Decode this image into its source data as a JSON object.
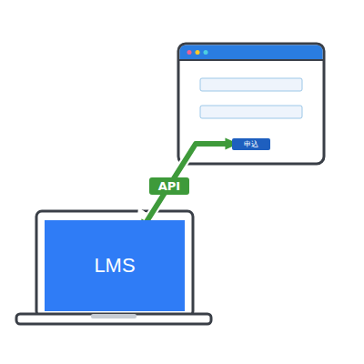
{
  "diagram": {
    "nodes": [
      {
        "text": [
          "申込"
        ]
      },
      {
        "text": [
          "LMS"
        ]
      }
    ],
    "edges": [
      {
        "from": 1,
        "to": 0,
        "label": "API",
        "arrow": "both"
      }
    ]
  }
}
